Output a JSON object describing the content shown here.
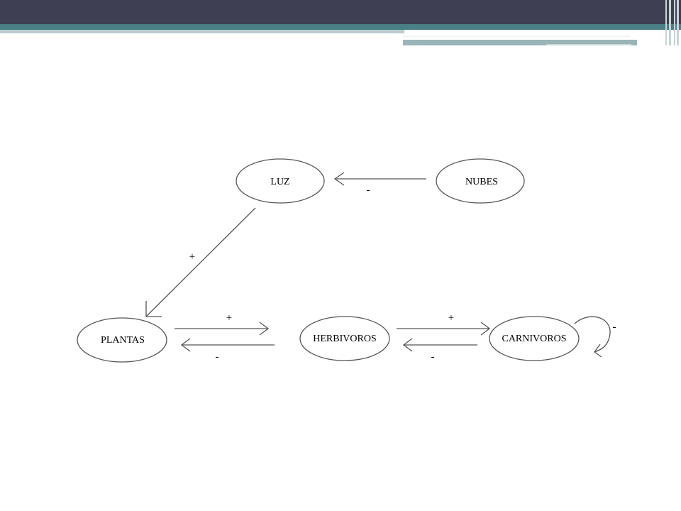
{
  "nodes": {
    "luz": "LUZ",
    "nubes": "NUBES",
    "plantas": "PLANTAS",
    "herbivoros": "HERBIVOROS",
    "carnivoros": "CARNIVOROS"
  },
  "signs": {
    "nubes_to_luz": "-",
    "luz_to_plantas": "+",
    "plantas_to_herbivoros": "+",
    "herbivoros_to_plantas": "-",
    "herbivoros_to_carnivoros": "+",
    "carnivoros_to_herbivoros": "-",
    "carnivoros_self": "-"
  },
  "colors": {
    "title_bar": "#3f3f54",
    "accent": "#4a7f86",
    "line": "#555555"
  }
}
